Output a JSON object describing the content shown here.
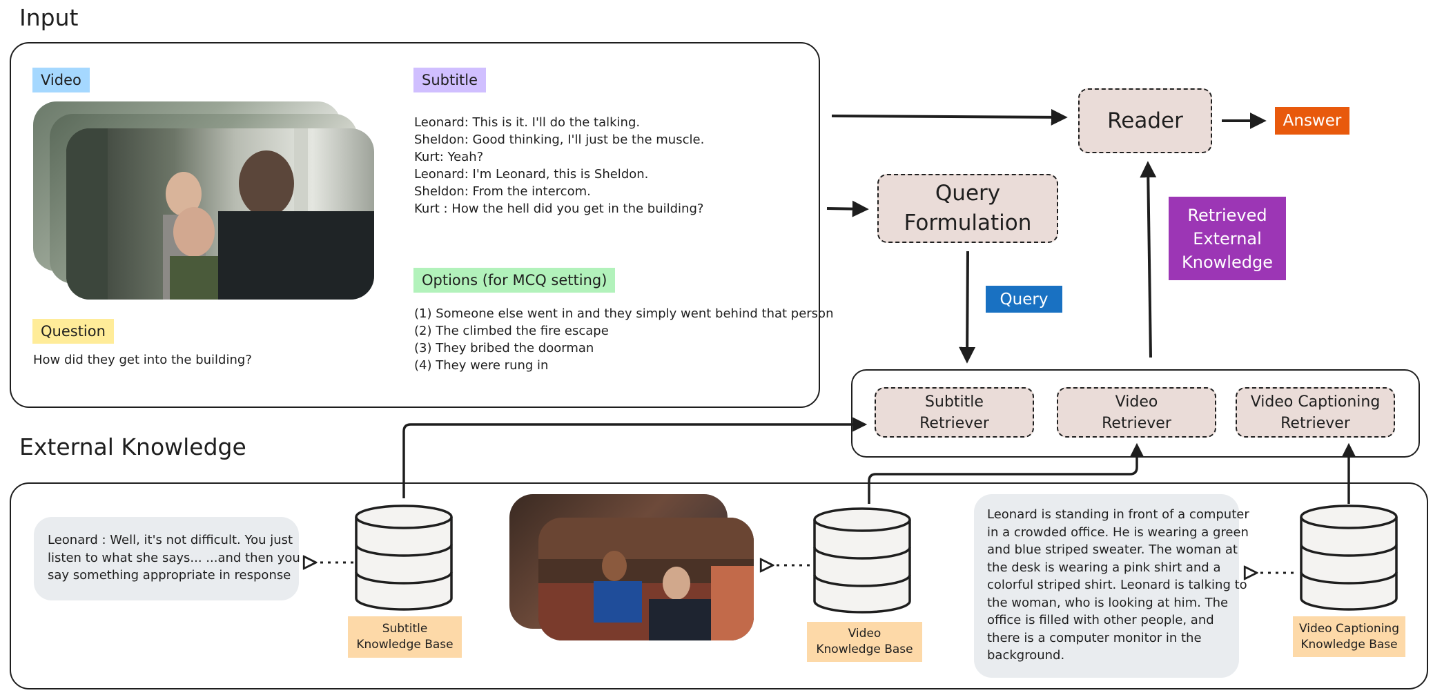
{
  "input_section": {
    "title": "Input",
    "video_tag": "Video",
    "subtitle_tag": "Subtitle",
    "subtitle_lines": [
      "Leonard: This is it. I'll do the talking.",
      "Sheldon: Good thinking, I'll just be the muscle.",
      "Kurt: Yeah?",
      "Leonard: I'm Leonard, this is Sheldon.",
      "Sheldon: From the intercom.",
      "Kurt : How the hell did you get in the building?"
    ],
    "question_tag": "Question",
    "question_text": "How did they get into the building?",
    "options_tag": "Options (for MCQ setting)",
    "options": [
      "(1) Someone else went in and they simply went behind that person",
      "(2) The climbed the fire escape",
      "(3) They bribed the doorman",
      "(4) They were rung in"
    ]
  },
  "pipeline": {
    "reader": [
      "Reader"
    ],
    "answer": "Answer",
    "query_formulation": [
      "Query",
      "Formulation"
    ],
    "query": "Query",
    "retrieved_knowledge": [
      "Retrieved",
      "External",
      "Knowledge"
    ],
    "subtitle_retriever": [
      "Subtitle",
      "Retriever"
    ],
    "video_retriever": [
      "Video",
      "Retriever"
    ],
    "caption_retriever": [
      "Video Captioning",
      "Retriever"
    ]
  },
  "external_section": {
    "title": "External Knowledge",
    "subtitle_kb_example": [
      "Leonard : Well, it's not difficult. You just",
      "listen to what she says... ...and then you",
      "say something appropriate in response"
    ],
    "subtitle_kb_label": [
      "Subtitle",
      "Knowledge Base"
    ],
    "video_kb_label": [
      "Video",
      "Knowledge Base"
    ],
    "caption_kb_example": [
      "Leonard is standing in front of a computer",
      "in a crowded office. He is wearing a green",
      "and blue striped sweater. The woman at",
      "the desk is wearing a pink shirt and a",
      "colorful striped shirt. Leonard is talking to",
      "the woman, who is looking at him. The",
      "office is filled with other people, and",
      "there is a computer monitor in the",
      "background."
    ],
    "caption_kb_label": [
      "Video Captioning",
      "Knowledge Base"
    ]
  },
  "colors": {
    "video_tag": "#a5d8ff",
    "subtitle_tag": "#d0bfff",
    "question_tag": "#ffec99",
    "options_tag": "#b2f2bb",
    "answer": "#e8590c",
    "query": "#1971c2",
    "retrieved": "#9c36b5",
    "node_fill": "#eadcd8",
    "kb_label": "#fdd9a8",
    "bubble": "#e9ecef"
  }
}
